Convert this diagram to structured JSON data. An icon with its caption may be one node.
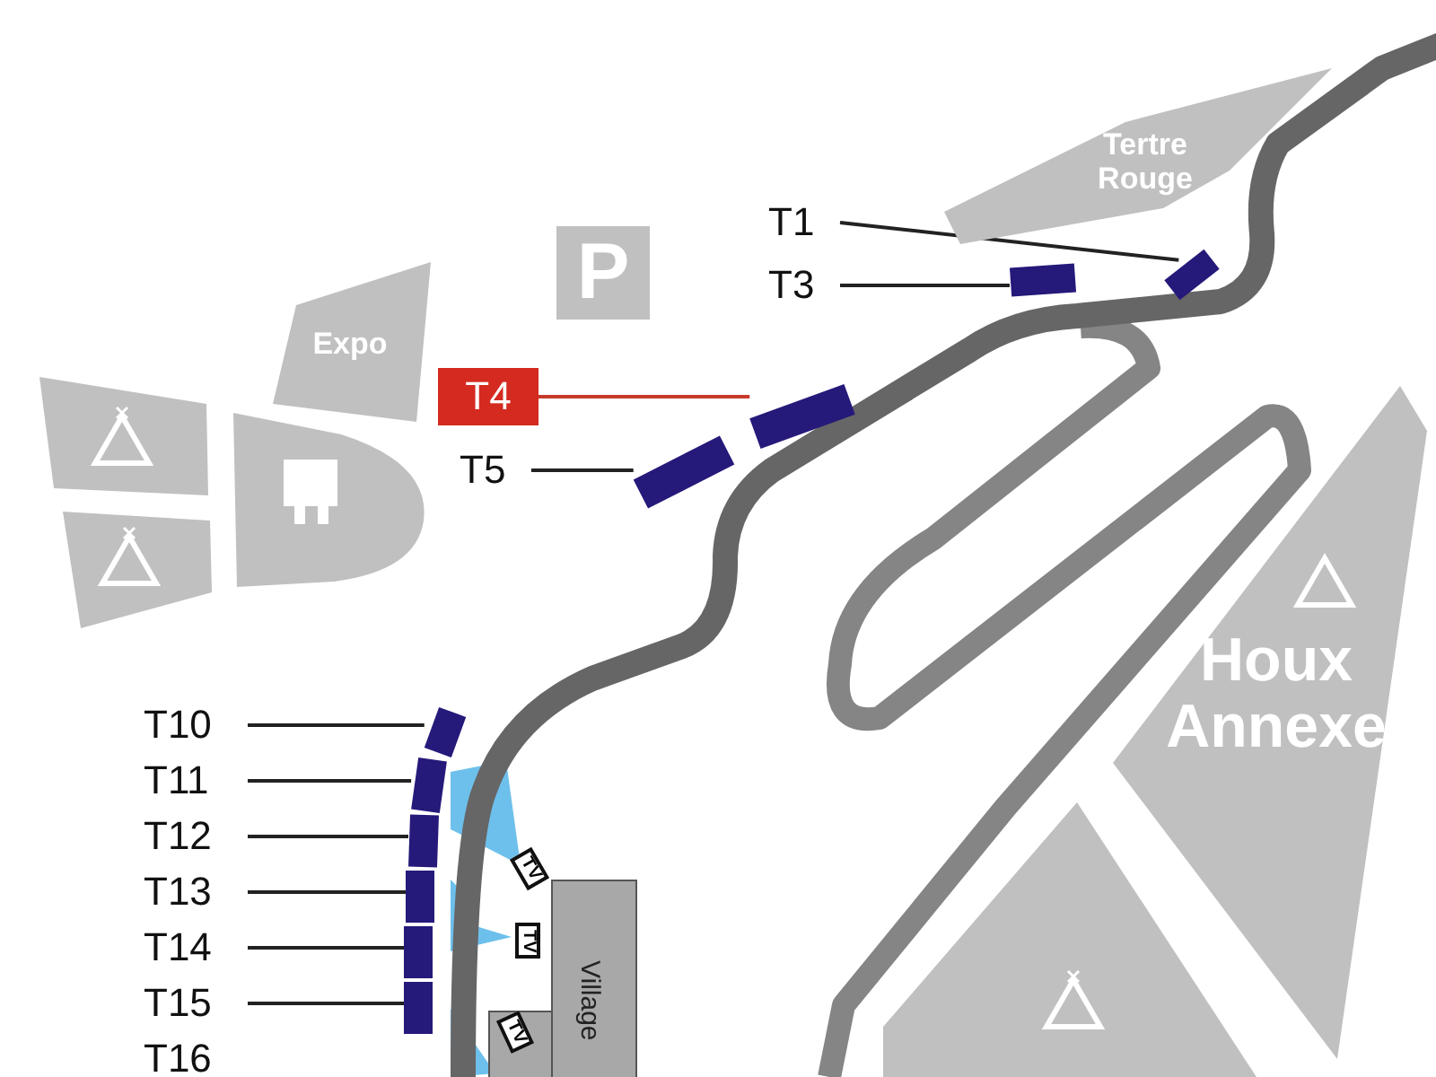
{
  "diagram": {
    "nodes": [
      {
        "text": [
          "Tertre Rouge"
        ]
      },
      {
        "text": [
          "T1"
        ]
      },
      {
        "text": [],
        "shape": "bar"
      },
      {
        "text": [
          "T3"
        ]
      },
      {
        "text": [],
        "shape": "bar"
      },
      {
        "text": [
          "P"
        ]
      },
      {
        "text": [
          "Expo"
        ]
      },
      {
        "text": [
          "T4"
        ]
      },
      {
        "text": [],
        "shape": "bar"
      },
      {
        "text": [
          "T5"
        ]
      },
      {
        "text": [],
        "shape": "bar"
      },
      {
        "text": [
          "Houx Annexe"
        ]
      },
      {
        "text": [
          "T10"
        ]
      },
      {
        "text": [],
        "shape": "bar"
      },
      {
        "text": [
          "T11"
        ]
      },
      {
        "text": [],
        "shape": "bar"
      },
      {
        "text": [
          "T12"
        ]
      },
      {
        "text": [],
        "shape": "bar"
      },
      {
        "text": [
          "T13"
        ]
      },
      {
        "text": [],
        "shape": "bar"
      },
      {
        "text": [
          "T14"
        ]
      },
      {
        "text": [],
        "shape": "bar"
      },
      {
        "text": [
          "T15"
        ]
      },
      {
        "text": [],
        "shape": "bar"
      },
      {
        "text": [
          "Village"
        ]
      }
    ],
    "edges": [
      {
        "from": 1,
        "to": 2,
        "arrow": "none"
      },
      {
        "from": 3,
        "to": 4,
        "arrow": "none"
      },
      {
        "from": 7,
        "to": 8,
        "arrow": "none",
        "color": "#c8392b"
      },
      {
        "from": 9,
        "to": 10,
        "arrow": "none"
      },
      {
        "from": 12,
        "to": 13,
        "arrow": "none"
      },
      {
        "from": 14,
        "to": 15,
        "arrow": "none"
      },
      {
        "from": 16,
        "to": 17,
        "arrow": "none"
      },
      {
        "from": 18,
        "to": 19,
        "arrow": "none"
      },
      {
        "from": 20,
        "to": 21,
        "arrow": "none"
      },
      {
        "from": 22,
        "to": 23,
        "arrow": "none"
      }
    ],
    "labels": [
      "TV",
      "TV",
      "TV",
      "T16"
    ]
  }
}
